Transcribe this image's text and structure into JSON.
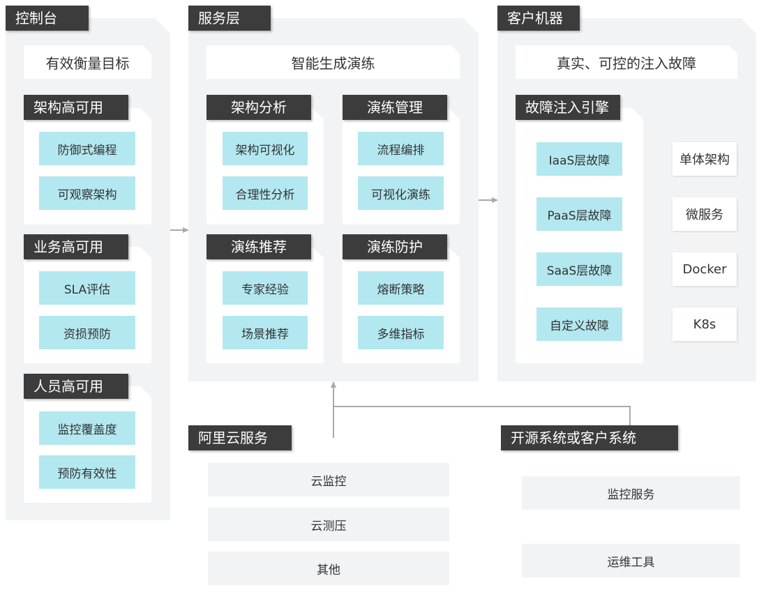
{
  "console": {
    "tag": "控制台",
    "goal": "有效衡量目标",
    "groups": [
      {
        "title": "架构高可用",
        "items": [
          "防御式编程",
          "可观察架构"
        ]
      },
      {
        "title": "业务高可用",
        "items": [
          "SLA评估",
          "资损预防"
        ]
      },
      {
        "title": "人员高可用",
        "items": [
          "监控覆盖度",
          "预防有效性"
        ]
      }
    ]
  },
  "service": {
    "tag": "服务层",
    "goal": "智能生成演练",
    "groups": [
      {
        "title": "架构分析",
        "items": [
          "架构可视化",
          "合理性分析"
        ]
      },
      {
        "title": "演练管理",
        "items": [
          "流程编排",
          "可视化演练"
        ]
      },
      {
        "title": "演练推荐",
        "items": [
          "专家经验",
          "场景推荐"
        ]
      },
      {
        "title": "演练防护",
        "items": [
          "熔断策略",
          "多维指标"
        ]
      }
    ]
  },
  "client": {
    "tag": "客户机器",
    "goal": "真实、可控的注入故障",
    "engine": {
      "title": "故障注入引擎",
      "items": [
        "IaaS层故障",
        "PaaS层故障",
        "SaaS层故障",
        "自定义故障"
      ]
    },
    "targets": [
      "单体架构",
      "微服务",
      "Docker",
      "K8s"
    ]
  },
  "aliyun": {
    "tag": "阿里云服务",
    "items": [
      "云监控",
      "云测压",
      "其他"
    ]
  },
  "opensource": {
    "tag": "开源系统或客户系统",
    "items": [
      "监控服务",
      "运维工具"
    ]
  }
}
